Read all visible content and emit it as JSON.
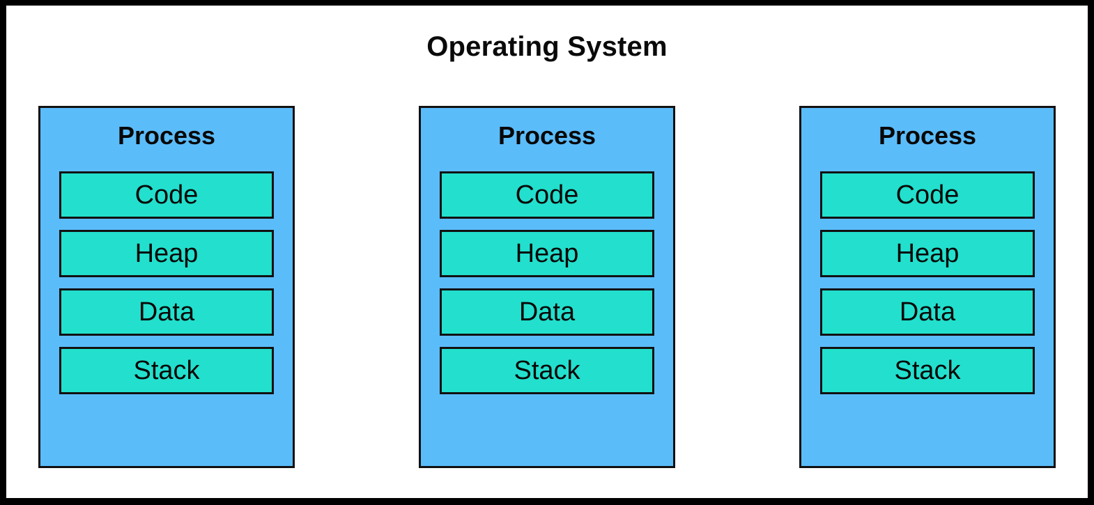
{
  "diagram": {
    "title": "Operating System",
    "colors": {
      "frame": "#000000",
      "canvas": "#ffffff",
      "process_fill": "#5bbcfa",
      "segment_fill": "#22e0cd",
      "stroke": "#111111",
      "text": "#080808"
    },
    "processes": [
      {
        "label": "Process",
        "segments": [
          {
            "label": "Code"
          },
          {
            "label": "Heap"
          },
          {
            "label": "Data"
          },
          {
            "label": "Stack"
          }
        ]
      },
      {
        "label": "Process",
        "segments": [
          {
            "label": "Code"
          },
          {
            "label": "Heap"
          },
          {
            "label": "Data"
          },
          {
            "label": "Stack"
          }
        ]
      },
      {
        "label": "Process",
        "segments": [
          {
            "label": "Code"
          },
          {
            "label": "Heap"
          },
          {
            "label": "Data"
          },
          {
            "label": "Stack"
          }
        ]
      }
    ]
  }
}
